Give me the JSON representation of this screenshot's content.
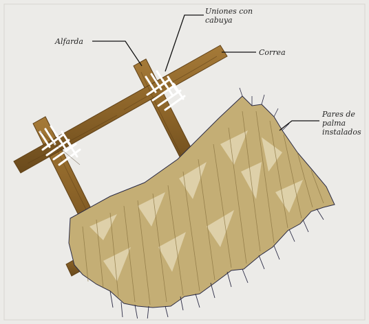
{
  "labels": {
    "alfarda": "Alfarda",
    "uniones_line1": "Uniones con",
    "uniones_line2": "cabuya",
    "correa": "Correa",
    "pares_line1": "Pares de",
    "pares_line2": "palma",
    "pares_line3": "instalados"
  },
  "colors": {
    "wood": "#8b6328",
    "wood_dark": "#5e3f16",
    "thatch": "#c4ae75",
    "thatch_light": "#e3d7b3",
    "background": "#ecebe8"
  }
}
